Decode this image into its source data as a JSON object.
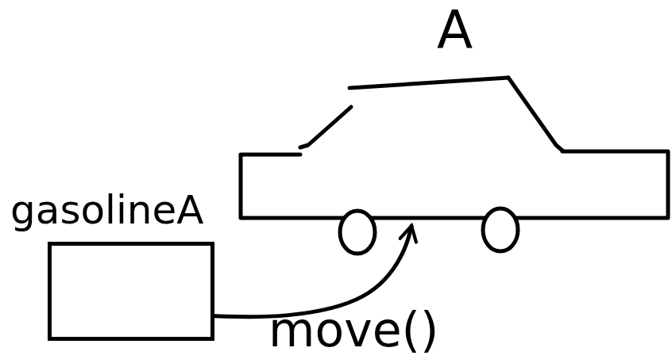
{
  "diagram": {
    "nodes": [
      {
        "text": [
          "A"
        ]
      },
      {
        "text": [
          "gasolineA"
        ]
      }
    ],
    "edges": [
      {
        "from": 1,
        "to": 0,
        "arrow": "to",
        "label": "move()"
      }
    ]
  }
}
